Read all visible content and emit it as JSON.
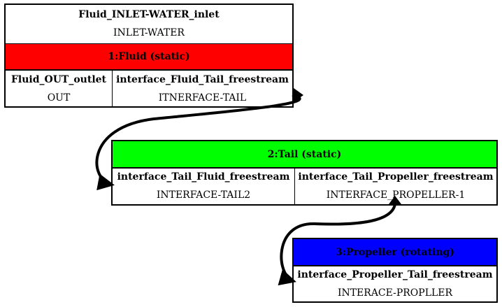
{
  "fluid": {
    "inlet_port": "Fluid_INLET-WATER_inlet",
    "inlet_name": "INLET-WATER",
    "title": "1:Fluid (static)",
    "title_color": "#ff0000",
    "ports": [
      {
        "port": "Fluid_OUT_outlet",
        "name": "OUT"
      },
      {
        "port": "interface_Fluid_Tail_freestream",
        "name": "ITNERFACE-TAIL"
      }
    ]
  },
  "tail": {
    "title": "2:Tail (static)",
    "title_color": "#00ff00",
    "ports": [
      {
        "port": "interface_Tail_Fluid_freestream",
        "name": "INTERFACE-TAIL2"
      },
      {
        "port": "interface_Tail_Propeller_freestream",
        "name": "INTERFACE_PROPELLER-1"
      }
    ]
  },
  "propeller": {
    "title": "3:Propeller (rotating)",
    "title_color": "#0000ff",
    "ports": [
      {
        "port": "interface_Propeller_Tail_freestream",
        "name": "INTERACE-PROPLLER"
      }
    ]
  },
  "edges": [
    {
      "from": "interface_Fluid_Tail_freestream",
      "to": "interface_Tail_Fluid_freestream"
    },
    {
      "from": "interface_Tail_Propeller_freestream",
      "to": "interface_Propeller_Tail_freestream"
    }
  ]
}
